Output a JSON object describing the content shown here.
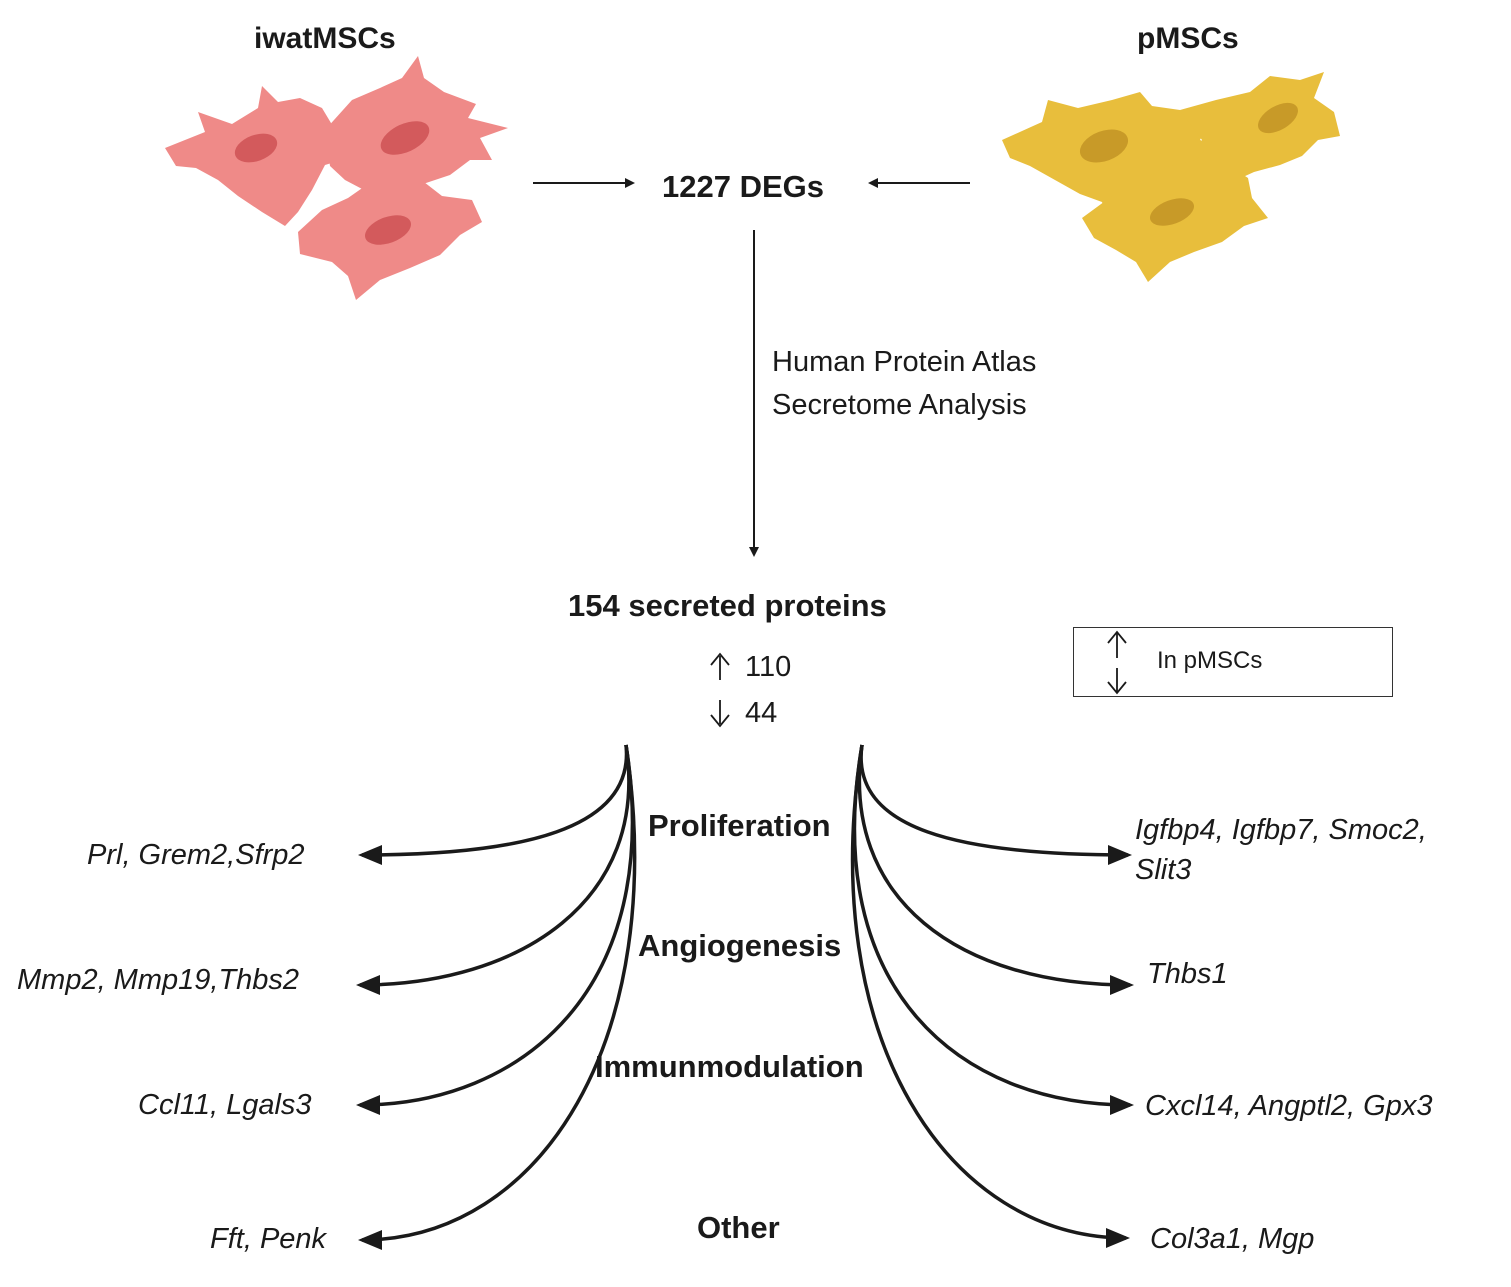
{
  "colors": {
    "iwat_cell": "#ef8a88",
    "iwat_nucleus": "#d35a5c",
    "p_cell": "#e8be3c",
    "p_nucleus": "#c89a28",
    "ink": "#1a1a1a"
  },
  "groups": {
    "left": "iwatMSCs",
    "right": "pMSCs"
  },
  "degs": "1227 DEGs",
  "analysis": {
    "line1": "Human Protein Atlas",
    "line2": "Secretome Analysis"
  },
  "secreted": {
    "title": "154 secreted proteins",
    "up_count": "110",
    "down_count": "44"
  },
  "legend": {
    "label": "In pMSCs",
    "icons": [
      "arrow-up-icon",
      "arrow-down-icon"
    ]
  },
  "categories": [
    "Proliferation",
    "Angiogenesis",
    "Immunmodulation",
    "Other"
  ],
  "left_genes": [
    "Prl, Grem2,Sfrp2",
    "Mmp2, Mmp19,Thbs2",
    "Ccl11, Lgals3",
    "Fft, Penk"
  ],
  "right_genes": [
    {
      "line1": "Igfbp4, Igfbp7, Smoc2,",
      "line2": "Slit3"
    },
    {
      "line1": "Thbs1"
    },
    {
      "line1": "Cxcl14, Angptl2, Gpx3"
    },
    {
      "line1": "Col3a1, Mgp"
    }
  ]
}
